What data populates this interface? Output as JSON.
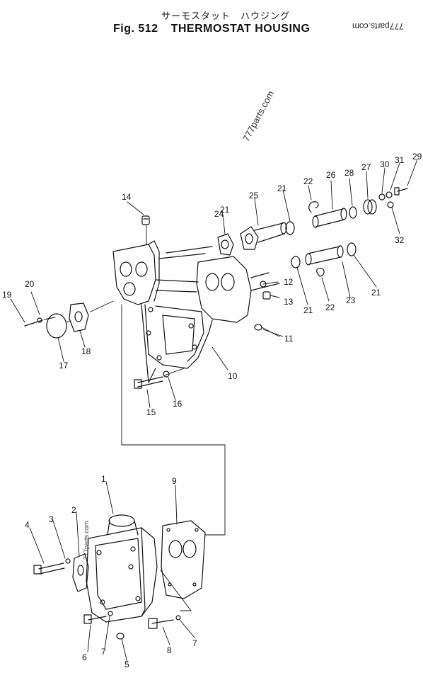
{
  "header": {
    "japanese_title": "サーモスタット　ハウジング",
    "fig_number": "Fig. 512",
    "fig_title": "THERMOSTAT HOUSING"
  },
  "watermarks": {
    "top_right": "777parts.com",
    "diagonal": "777parts.com",
    "on_part": "777parts.com"
  },
  "callouts": [
    "1",
    "2",
    "3",
    "4",
    "5",
    "6",
    "7",
    "7",
    "8",
    "9",
    "10",
    "11",
    "12",
    "13",
    "14",
    "15",
    "16",
    "17",
    "18",
    "19",
    "20",
    "21",
    "21",
    "21",
    "21",
    "22",
    "22",
    "23",
    "24",
    "25",
    "26",
    "27",
    "28",
    "29",
    "30",
    "31",
    "32"
  ]
}
